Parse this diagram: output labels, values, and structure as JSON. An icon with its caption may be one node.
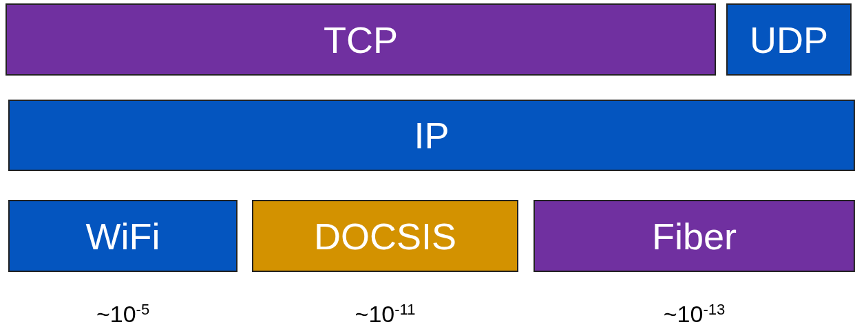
{
  "diagram": {
    "nodes": [
      {
        "text": [
          "TCP"
        ]
      },
      {
        "text": [
          "UDP"
        ]
      },
      {
        "text": [
          "IP"
        ]
      },
      {
        "text": [
          "WiFi"
        ],
        "beside": [
          "~10$^{-5}$"
        ]
      },
      {
        "text": [
          "DOCSIS"
        ],
        "beside": [
          "~10$^{-11}$"
        ]
      },
      {
        "text": [
          "Fiber"
        ],
        "beside": [
          "~10$^{-13}$"
        ]
      }
    ]
  }
}
